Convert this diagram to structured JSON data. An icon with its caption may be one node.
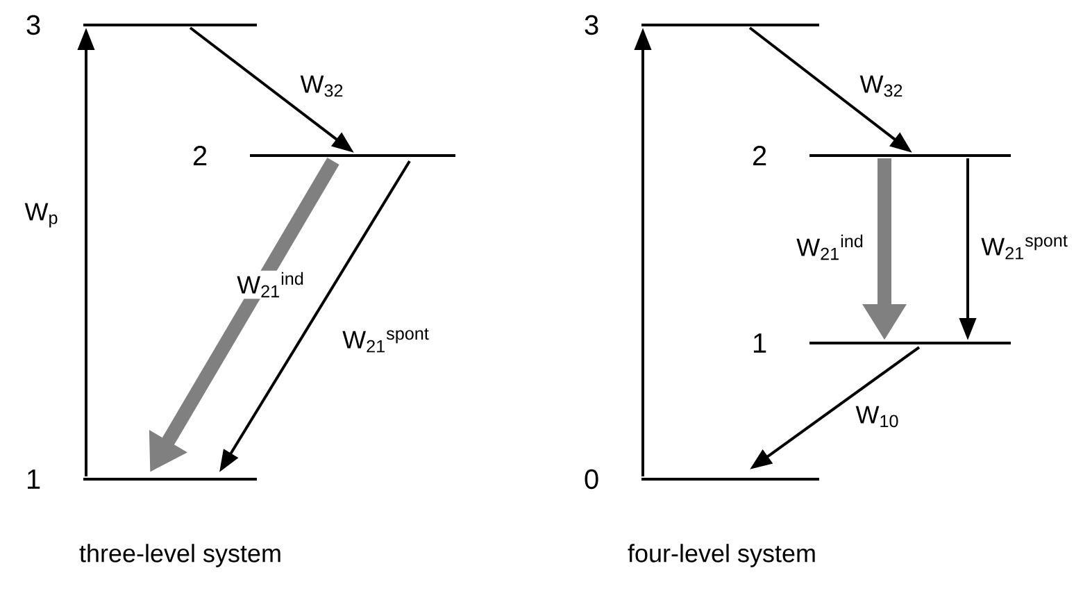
{
  "diagram": {
    "nodes": [
      {
        "text": [
          "3"
        ]
      },
      {
        "text": [
          "2"
        ]
      },
      {
        "text": [
          "1"
        ]
      },
      {
        "text": [
          "3"
        ]
      },
      {
        "text": [
          "2"
        ]
      },
      {
        "text": [
          "1"
        ]
      },
      {
        "text": [
          "0"
        ]
      }
    ],
    "edges": [
      {
        "from": 2,
        "to": 0,
        "arrow": "to",
        "label": "W$_{p}$"
      },
      {
        "from": 0,
        "to": 1,
        "arrow": "to",
        "label": "W$_{32}$"
      },
      {
        "from": 1,
        "to": 2,
        "arrow": "to",
        "label": "W$_{21}$$^{ind}$",
        "style": "thick",
        "color": "#808080"
      },
      {
        "from": 1,
        "to": 2,
        "arrow": "to",
        "label": "W$_{21}$$^{spont}$"
      },
      {
        "from": 6,
        "to": 3,
        "arrow": "to"
      },
      {
        "from": 3,
        "to": 4,
        "arrow": "to",
        "label": "W$_{32}$"
      },
      {
        "from": 4,
        "to": 5,
        "arrow": "to",
        "label": "W$_{21}$$^{ind}$",
        "style": "thick",
        "color": "#808080"
      },
      {
        "from": 4,
        "to": 5,
        "arrow": "to",
        "label": "W$_{21}$$^{spont}$"
      },
      {
        "from": 5,
        "to": 6,
        "arrow": "to",
        "label": "W$_{10}$"
      }
    ],
    "labels": [
      "three-level system",
      "four-level system"
    ]
  }
}
